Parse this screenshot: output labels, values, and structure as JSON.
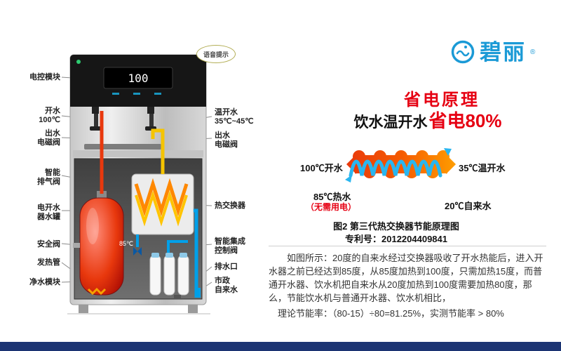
{
  "brand": {
    "name": "碧丽",
    "reg": "®",
    "color": "#1b9ad6"
  },
  "machine": {
    "bubble": "语音提示",
    "display": "100",
    "temp_85": "85℃",
    "left_labels": [
      "电控模块",
      "开水\n100℃",
      "出水\n电磁阀",
      "智能\n排气阀",
      "电开水\n器水罐",
      "安全阀",
      "发热管",
      "净水模块"
    ],
    "right_labels": [
      "温开水\n35℃~45℃",
      "出水\n电磁阀",
      "热交换器",
      "智能集成\n控制阀",
      "排水口",
      "市政\n自来水"
    ]
  },
  "right": {
    "title": "省电原理",
    "subtitle_black": "饮水温开水",
    "subtitle_red": "省电80%",
    "exchanger_labels": {
      "hot_in": "100℃开水",
      "warm_out": "35℃温开水",
      "hot_out": "85℃热水",
      "hot_out_note": "（无需用电）",
      "cold_in": "20℃自来水"
    },
    "caption_line1": "图2 第三代热交换器节能原理图",
    "caption_line2": "专利号：2012204409841",
    "paragraph": "如图所示：20度的自来水经过交换器吸收了开水热能后，进入开水器之前已经达到85度，从85度加热到100度，只需加热15度，而普通开水器、饮水机把自来水从20度加热到100度需要加热80度，那么，节能饮水机与普通开水器、饮水机相比，",
    "formula": "理论节能率：（80-15）÷80=81.25%，实测节能率 > 80%"
  },
  "colors": {
    "accent_red": "#e60012",
    "brand_blue": "#1b9ad6",
    "pipe_blue": "#00a0e9",
    "pipe_yellow": "#f5c400",
    "footer_navy": "#1c3473"
  }
}
